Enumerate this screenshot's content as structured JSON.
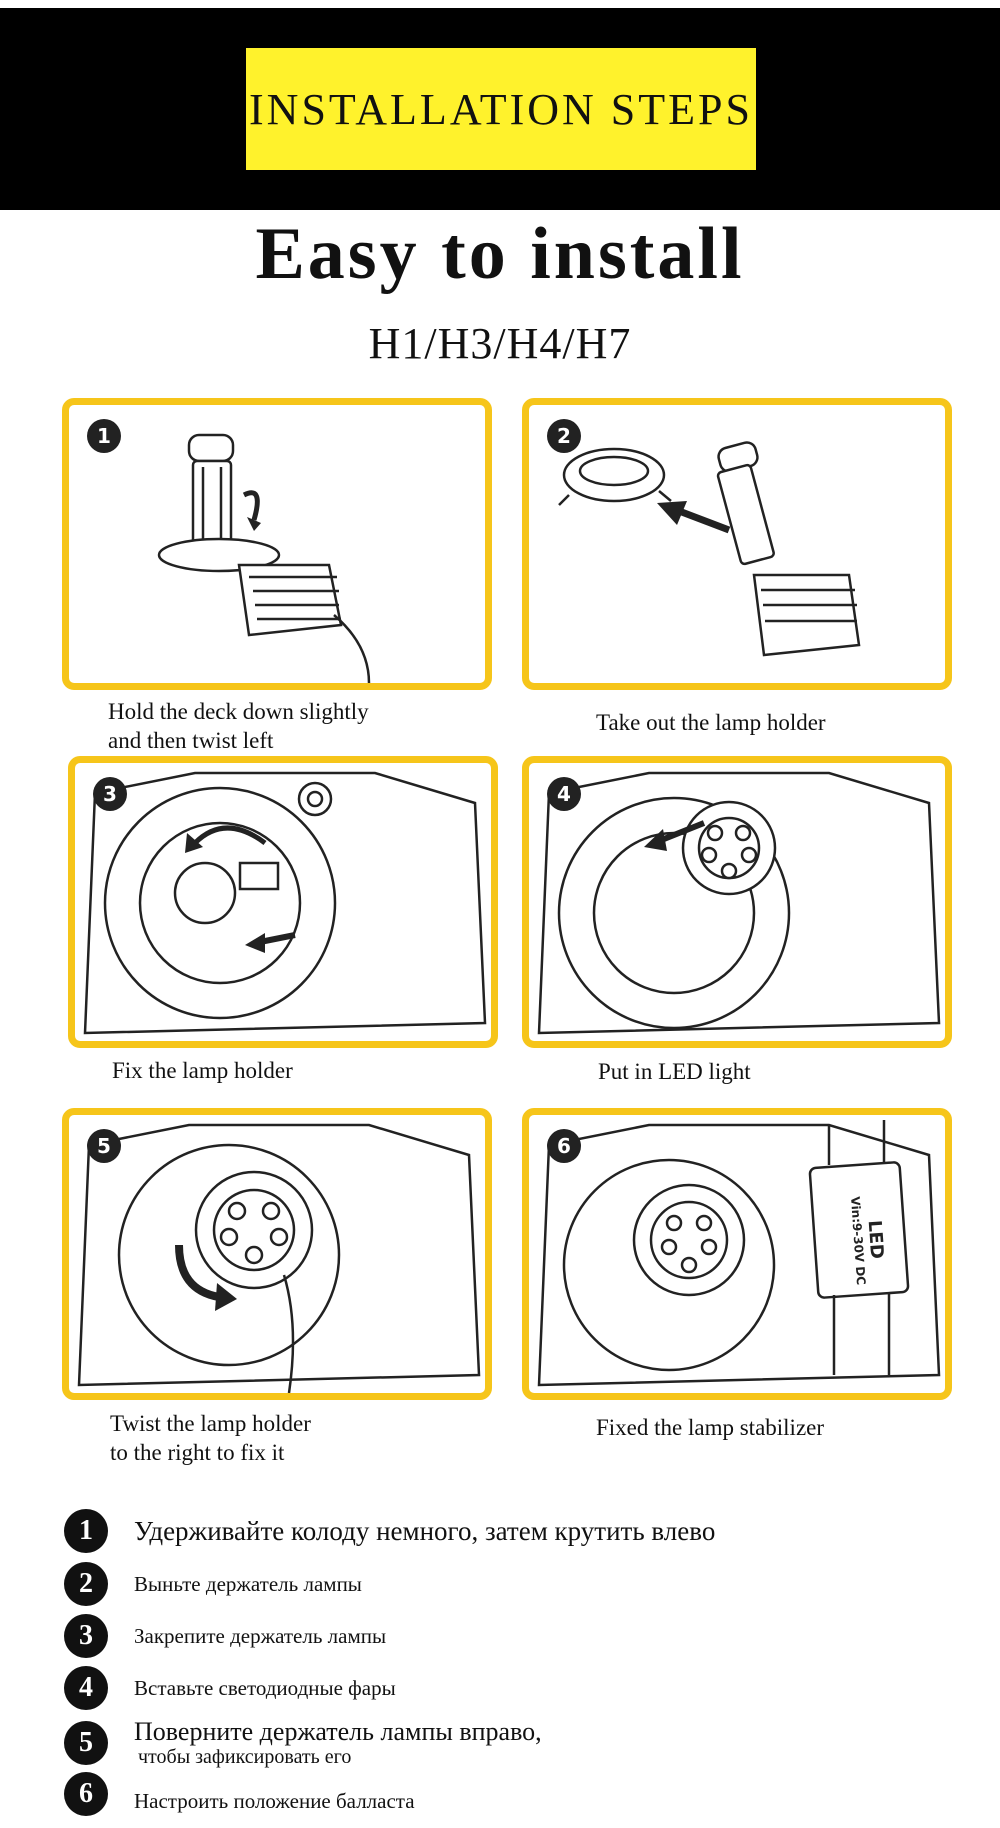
{
  "header": {
    "badge": "INSTALLATION STEPS"
  },
  "headline": "Easy to install",
  "models": "H1/H3/H4/H7",
  "steps": [
    {
      "num": "1",
      "caption_1": "Hold the deck down slightly",
      "caption_2": "and then twist left"
    },
    {
      "num": "2",
      "caption_1": "Take out the lamp holder"
    },
    {
      "num": "3",
      "caption_1": "Fix the lamp holder"
    },
    {
      "num": "4",
      "caption_1": "Put in LED light"
    },
    {
      "num": "5",
      "caption_1": "Twist the lamp holder",
      "caption_2": " to the right to fix it"
    },
    {
      "num": "6",
      "caption_1": "Fixed the lamp stabilizer",
      "ballast_1": "LED",
      "ballast_2": "Vin:9-30V DC"
    }
  ],
  "russian": [
    {
      "num": "1",
      "text": "Удерживайте колоду немного, затем крутить влево"
    },
    {
      "num": "2",
      "text": "Выньте держатель лампы"
    },
    {
      "num": "3",
      "text": "Закрепите держатель лампы"
    },
    {
      "num": "4",
      "text": "Вставьте светодиодные фары"
    },
    {
      "num": "5",
      "text": "Поверните держатель лампы вправо,",
      "text_2": "чтобы зафиксировать его"
    },
    {
      "num": "6",
      "text": "Настроить положение балласта"
    }
  ],
  "colors": {
    "accent_yellow": "#fff22c",
    "frame_yellow": "#f6c51a",
    "header_black": "#000000"
  }
}
